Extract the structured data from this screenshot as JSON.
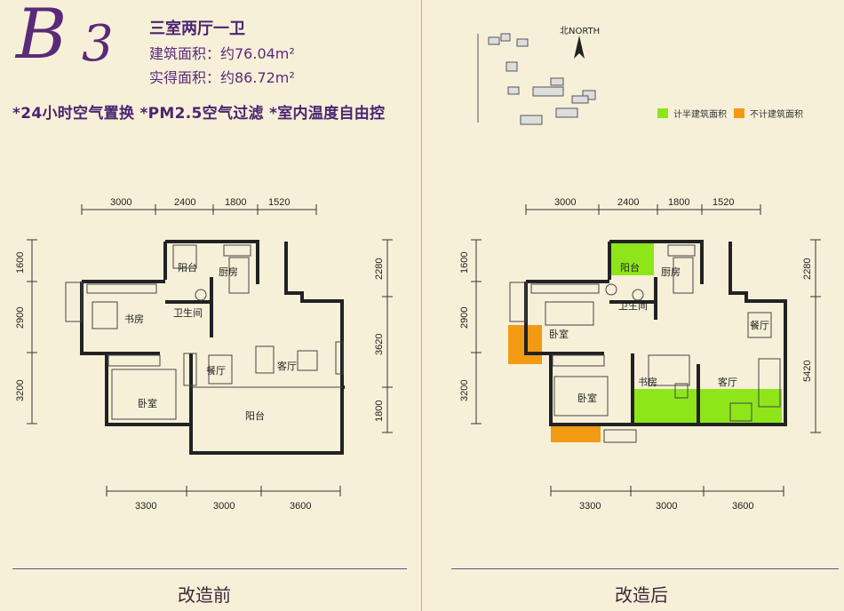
{
  "unit": {
    "letter": "B",
    "number": "3"
  },
  "layout_name": "三室两厅一卫",
  "area_built": "建筑面积：约76.04m²",
  "area_actual": "实得面积：约86.72m²",
  "features": "*24小时空气置换 *PM2.5空气过滤 *室内温度自由控",
  "left_plan": {
    "caption": "改造前",
    "dims_top": [
      "3000",
      "2400",
      "1800",
      "1520"
    ],
    "dims_bottom": [
      "3300",
      "3000",
      "3600"
    ],
    "dims_left": [
      "1600",
      "2900",
      "3200"
    ],
    "dims_right": [
      "2280",
      "3620",
      "1800"
    ],
    "rooms": {
      "balcony_top": "阳台",
      "kitchen": "厨房",
      "bathroom": "卫生间",
      "study": "书房",
      "dining": "餐厅",
      "living": "客厅",
      "bedroom": "卧室",
      "balcony_bottom": "阳台"
    }
  },
  "right_plan": {
    "caption": "改造后",
    "north": "北NORTH",
    "legend": [
      {
        "label": "计半建筑面积",
        "color": "#8ee61a"
      },
      {
        "label": "不计建筑面积",
        "color": "#f29a12"
      }
    ],
    "dims_top": [
      "3000",
      "2400",
      "1800",
      "1520"
    ],
    "dims_bottom": [
      "3300",
      "3000",
      "3600"
    ],
    "dims_left": [
      "1600",
      "2900",
      "3200"
    ],
    "dims_right": [
      "2280",
      "5420"
    ],
    "rooms": {
      "balcony_top": "阳台",
      "kitchen": "厨房",
      "bathroom": "卫生间",
      "bedroom1": "卧室",
      "dining": "餐厅",
      "study": "书房",
      "living": "客厅",
      "bedroom2": "卧室"
    }
  },
  "colors": {
    "accent": "#5a2a78",
    "wall": "#222222",
    "green": "#8ee61a",
    "orange": "#f29a12"
  }
}
